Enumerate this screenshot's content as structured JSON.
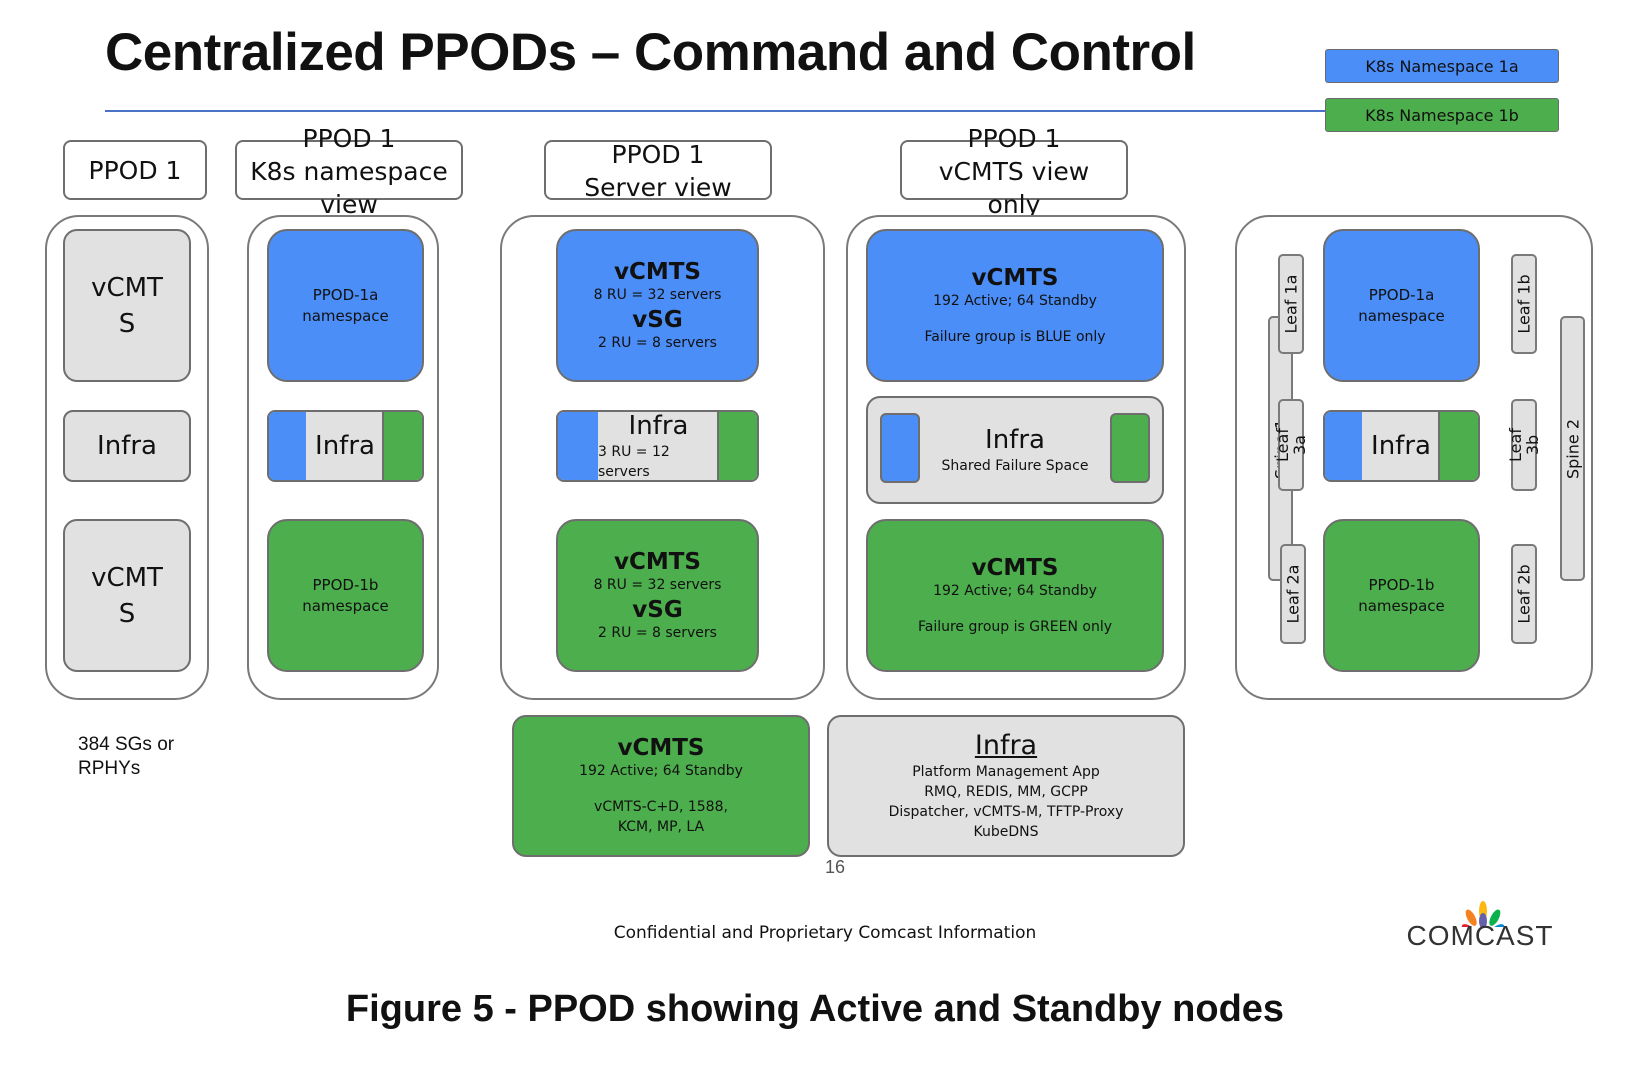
{
  "title": "Centralized PPODs – Command and Control",
  "legend": {
    "ns1a": "K8s Namespace 1a",
    "ns1b": "K8s Namespace 1b"
  },
  "col1": {
    "header": "PPOD 1",
    "top": "vCMT\nS",
    "middle": "Infra",
    "bottom": "vCMT\nS",
    "note": "384 SGs or\nRPHYs"
  },
  "col2": {
    "header": "PPOD 1\nK8s namespace\nview",
    "top": "PPOD-1a\nnamespace",
    "middle": "Infra",
    "bottom": "PPOD-1b\nnamespace"
  },
  "col3": {
    "header": "PPOD 1\nServer view",
    "top": {
      "t1": "vCMTS",
      "s1": "8 RU = 32 servers",
      "t2": "vSG",
      "s2": "2 RU = 8 servers"
    },
    "middle": {
      "t": "Infra",
      "s": "3 RU = 12 servers"
    },
    "bottom": {
      "t1": "vCMTS",
      "s1": "8 RU = 32 servers",
      "t2": "vSG",
      "s2": "2 RU = 8 servers"
    }
  },
  "col4": {
    "header": "PPOD 1\nvCMTS view\nonly",
    "top": {
      "t": "vCMTS",
      "s1": "192 Active; 64 Standby",
      "s2": "Failure group is BLUE only"
    },
    "middle": {
      "t": "Infra",
      "s": "Shared Failure Space"
    },
    "bottom": {
      "t": "vCMTS",
      "s1": "192 Active; 64 Standby",
      "s2": "Failure group is  GREEN only"
    }
  },
  "col5": {
    "top": "PPOD-1a\nnamespace",
    "middle": "Infra",
    "bottom": "PPOD-1b\nnamespace",
    "leaf1a": "Leaf 1a",
    "leaf1b": "Leaf 1b",
    "leaf3a": "Leaf\n3a",
    "leaf3b": "Leaf\n3b",
    "leaf2a": "Leaf 2a",
    "leaf2b": "Leaf 2b",
    "spine1": "Spine 1",
    "spine2": "Spine 2"
  },
  "bottom_green": {
    "t": "vCMTS",
    "s1": "192 Active; 64 Standby",
    "s2": "vCMTS-C+D, 1588,\nKCM, MP, LA"
  },
  "bottom_gray": {
    "t": "Infra",
    "s": "Platform Management App\nRMQ, REDIS, MM, GCPP\nDispatcher, vCMTS-M, TFTP-Proxy\nKubeDNS"
  },
  "page_number": "16",
  "footer": "Confidential and Proprietary Comcast Information",
  "brand": "COMCAST",
  "caption": "Figure 5 - PPOD showing Active and Standby nodes",
  "colors": {
    "blue": "#4b8ef7",
    "green": "#4cae4c",
    "gray": "#e1e1e1",
    "rule": "#4a72c8"
  }
}
